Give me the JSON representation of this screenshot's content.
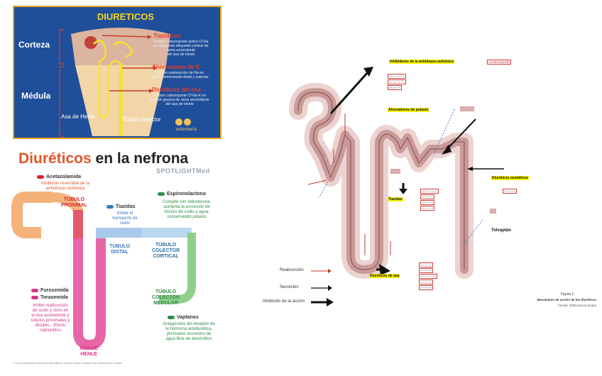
{
  "panel1": {
    "title": "DIURETICOS",
    "corteza": "Corteza",
    "medula": "Médula",
    "asa_label": "Asa de Henle",
    "tubulo_label": "Túbulo colector",
    "tiazidicos": "Tiazídicos",
    "tiazidicos_desc1": "Inhiben cotransporte activo Cl-Na",
    "tiazidicos_desc2": "en segmento diluyente cortical de",
    "tiazidicos_desc3": "rama ascendente",
    "tiazidicos_desc4": "del asa de Henle",
    "ahorradores": "Ahorradores de K",
    "ahorradores_desc1": "Inhiben reabsorción de Na en",
    "ahorradores_desc2": "túbulo contorneado distal y colector",
    "diureticos_asa": "Diuréticos del asa",
    "asa_desc1": "Inhiben cotransporte Cl-Na-K en",
    "asa_desc2": "porción gruesa de rama ascendente",
    "asa_desc3": "del asa de Henle",
    "logo": "enfermería"
  },
  "panel2": {
    "title_a": "Diuréticos",
    "title_b": " en la nefrona",
    "logo": "SPOTLIGHTMed",
    "acetazolamida": "Acetazolamida",
    "acetazolamida_desc1": "Inhibición reversible de la",
    "acetazolamida_desc2": "anhidrasa carbónica",
    "tubulo_proximal1": "TÚBULO",
    "tubulo_proximal2": "PROXIMAL",
    "tiazidas": "Tiazidas",
    "tiazidas_desc1": "Inhibe el",
    "tiazidas_desc2": "transporte de",
    "tiazidas_desc3": "sodio",
    "espironolactona": "Espironolactona",
    "espiro_desc1": "Compite con aldosterona,",
    "espiro_desc2": "aumenta la excreción de",
    "espiro_desc3": "cloruro de sodio y agua,",
    "espiro_desc4": "conservando potasio",
    "tubulo_distal1": "TÚBULO",
    "tubulo_distal2": "DISTAL",
    "colector_cortical1": "TÚBULO",
    "colector_cortical2": "COLECTOR",
    "colector_cortical3": "CORTICAL",
    "colector_medular1": "TÚBULO",
    "colector_medular2": "COLECTOR",
    "colector_medular3": "MEDULAR",
    "furosemida": "Furosemida",
    "torasemida": "Torasemida",
    "asa_desc1": "Inhibe reabsorción",
    "asa_desc2": "de sodio y cloro en",
    "asa_desc3": "el asa ascendente y",
    "asa_desc4": "túbulos proximales y",
    "asa_desc5": "distales - Efecto",
    "asa_desc6": "natriurético",
    "vaptanes": "Vaptanes",
    "vaptanes_desc1": "Antagonista del receptor de",
    "vaptanes_desc2": "la hormona antidiurética,",
    "vaptanes_desc3": "promueve excreción de",
    "vaptanes_desc4": "agua libre de electrolitos",
    "asa_henle1": "ASA DE",
    "asa_henle2": "HENLE",
    "disclaimer": "Lo aquí presentamos tiene fines informativos. Siempre debes consultar a un profesional de la salud."
  },
  "panel3": {
    "inhibidores": "Inhibidores de la anhidrasa carbónica",
    "ahorradores": "Ahorradores de potasio",
    "tiazidas": "Tiazidas",
    "diureticos_asa": "Diuréticos de asa",
    "diureticos_osmoticos": "Diuréticos osmóticos",
    "tolvaptan": "Tolvaptán",
    "reabsorcion": "Reabsorción",
    "secrecion": "Secreción",
    "inhibicion": "Inhibición de la acción",
    "figura": "Figura 1.",
    "caption1": "Mecanismo de acción de los diuréticos",
    "caption2": "Fuente: Elaboración propia"
  },
  "colors": {
    "panel1_bg": "#1f4f9a",
    "panel1_border": "#e8a51c",
    "title_orange": "#e2572b",
    "proximal": "#f4b27a",
    "asa": "#e766a7",
    "distal": "#a9c9ea",
    "colector": "#8fcf8a",
    "nephron": "#c89a98",
    "highlight": "#f6f30a"
  }
}
